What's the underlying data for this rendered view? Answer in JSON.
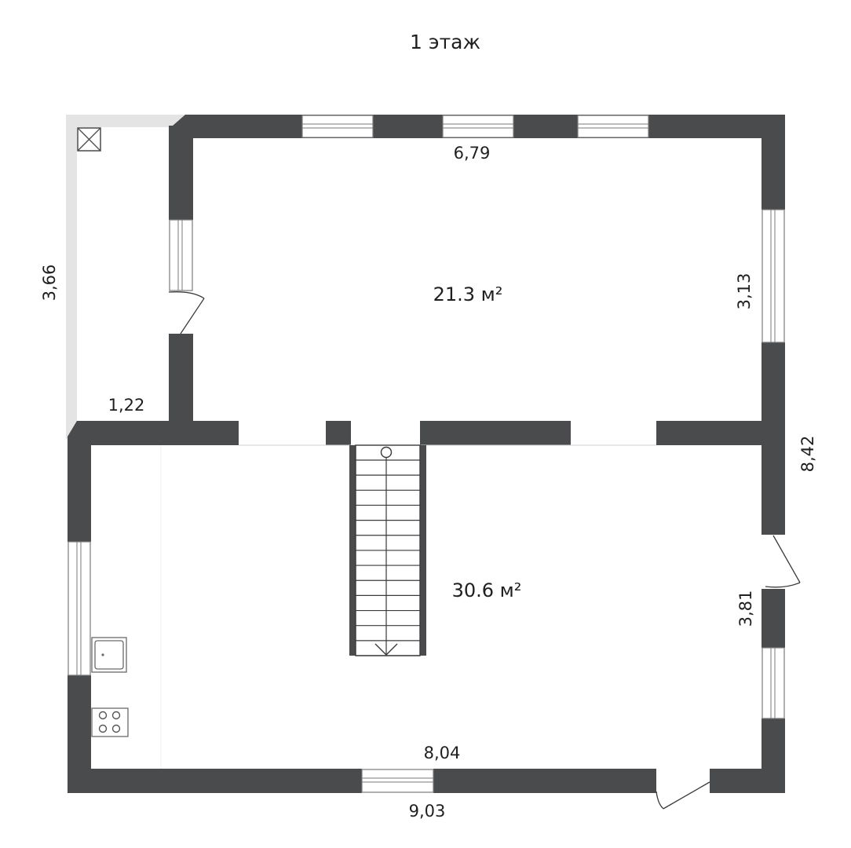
{
  "title": "1 этаж",
  "rooms": {
    "upper_area": "21.3 м²",
    "lower_area": "30.6 м²"
  },
  "dimensions": {
    "top_width": "6,79",
    "left_outdoor_height": "3,66",
    "outdoor_width": "1,22",
    "upper_right_height": "3,13",
    "total_right_height": "8,42",
    "lower_right_height": "3,81",
    "inner_bottom_width": "8,04",
    "outer_bottom_width": "9,03"
  },
  "colors": {
    "wall": "#4a4b4d",
    "terrace": "#e4e4e4"
  }
}
